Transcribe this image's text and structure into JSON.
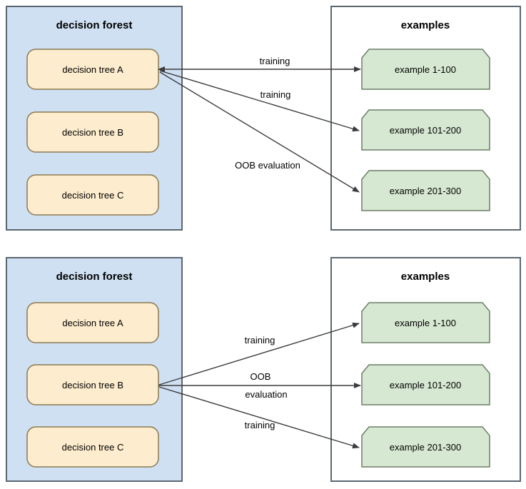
{
  "colors": {
    "forest_fill": "#cfe0f3",
    "forest_stroke": "#5b6770",
    "tree_fill": "#fdeccd",
    "tree_stroke": "#8c7a50",
    "examples_fill": "#ffffff",
    "examples_stroke": "#5b6770",
    "example_fill": "#d6e8d2",
    "example_stroke": "#6b7f66",
    "edge_stroke": "#3c3c3c",
    "text": "#000000"
  },
  "diagrams": [
    {
      "id": "diagram-top",
      "forest": {
        "title": "decision forest",
        "trees": [
          {
            "label": "decision tree A",
            "highlighted": true
          },
          {
            "label": "decision tree B",
            "highlighted": false
          },
          {
            "label": "decision tree C",
            "highlighted": false
          }
        ]
      },
      "examples": {
        "title": "examples",
        "items": [
          {
            "label": "example 1-100"
          },
          {
            "label": "example 101-200"
          },
          {
            "label": "example 201-300"
          }
        ]
      },
      "edges": [
        {
          "from": "decision tree A",
          "to": "example 1-100",
          "label": "training"
        },
        {
          "from": "decision tree A",
          "to": "example 101-200",
          "label": "training"
        },
        {
          "from": "decision tree A",
          "to": "example 201-300",
          "label": "OOB evaluation"
        }
      ]
    },
    {
      "id": "diagram-bottom",
      "forest": {
        "title": "decision forest",
        "trees": [
          {
            "label": "decision tree A",
            "highlighted": false
          },
          {
            "label": "decision tree B",
            "highlighted": true
          },
          {
            "label": "decision tree C",
            "highlighted": false
          }
        ]
      },
      "examples": {
        "title": "examples",
        "items": [
          {
            "label": "example 1-100"
          },
          {
            "label": "example 101-200"
          },
          {
            "label": "example 201-300"
          }
        ]
      },
      "edges": [
        {
          "from": "decision tree B",
          "to": "example 1-100",
          "label": "training"
        },
        {
          "from": "decision tree B",
          "to": "example 101-200",
          "label_line1": "OOB",
          "label_line2": "evaluation"
        },
        {
          "from": "decision tree B",
          "to": "example 201-300",
          "label": "training"
        }
      ]
    }
  ]
}
